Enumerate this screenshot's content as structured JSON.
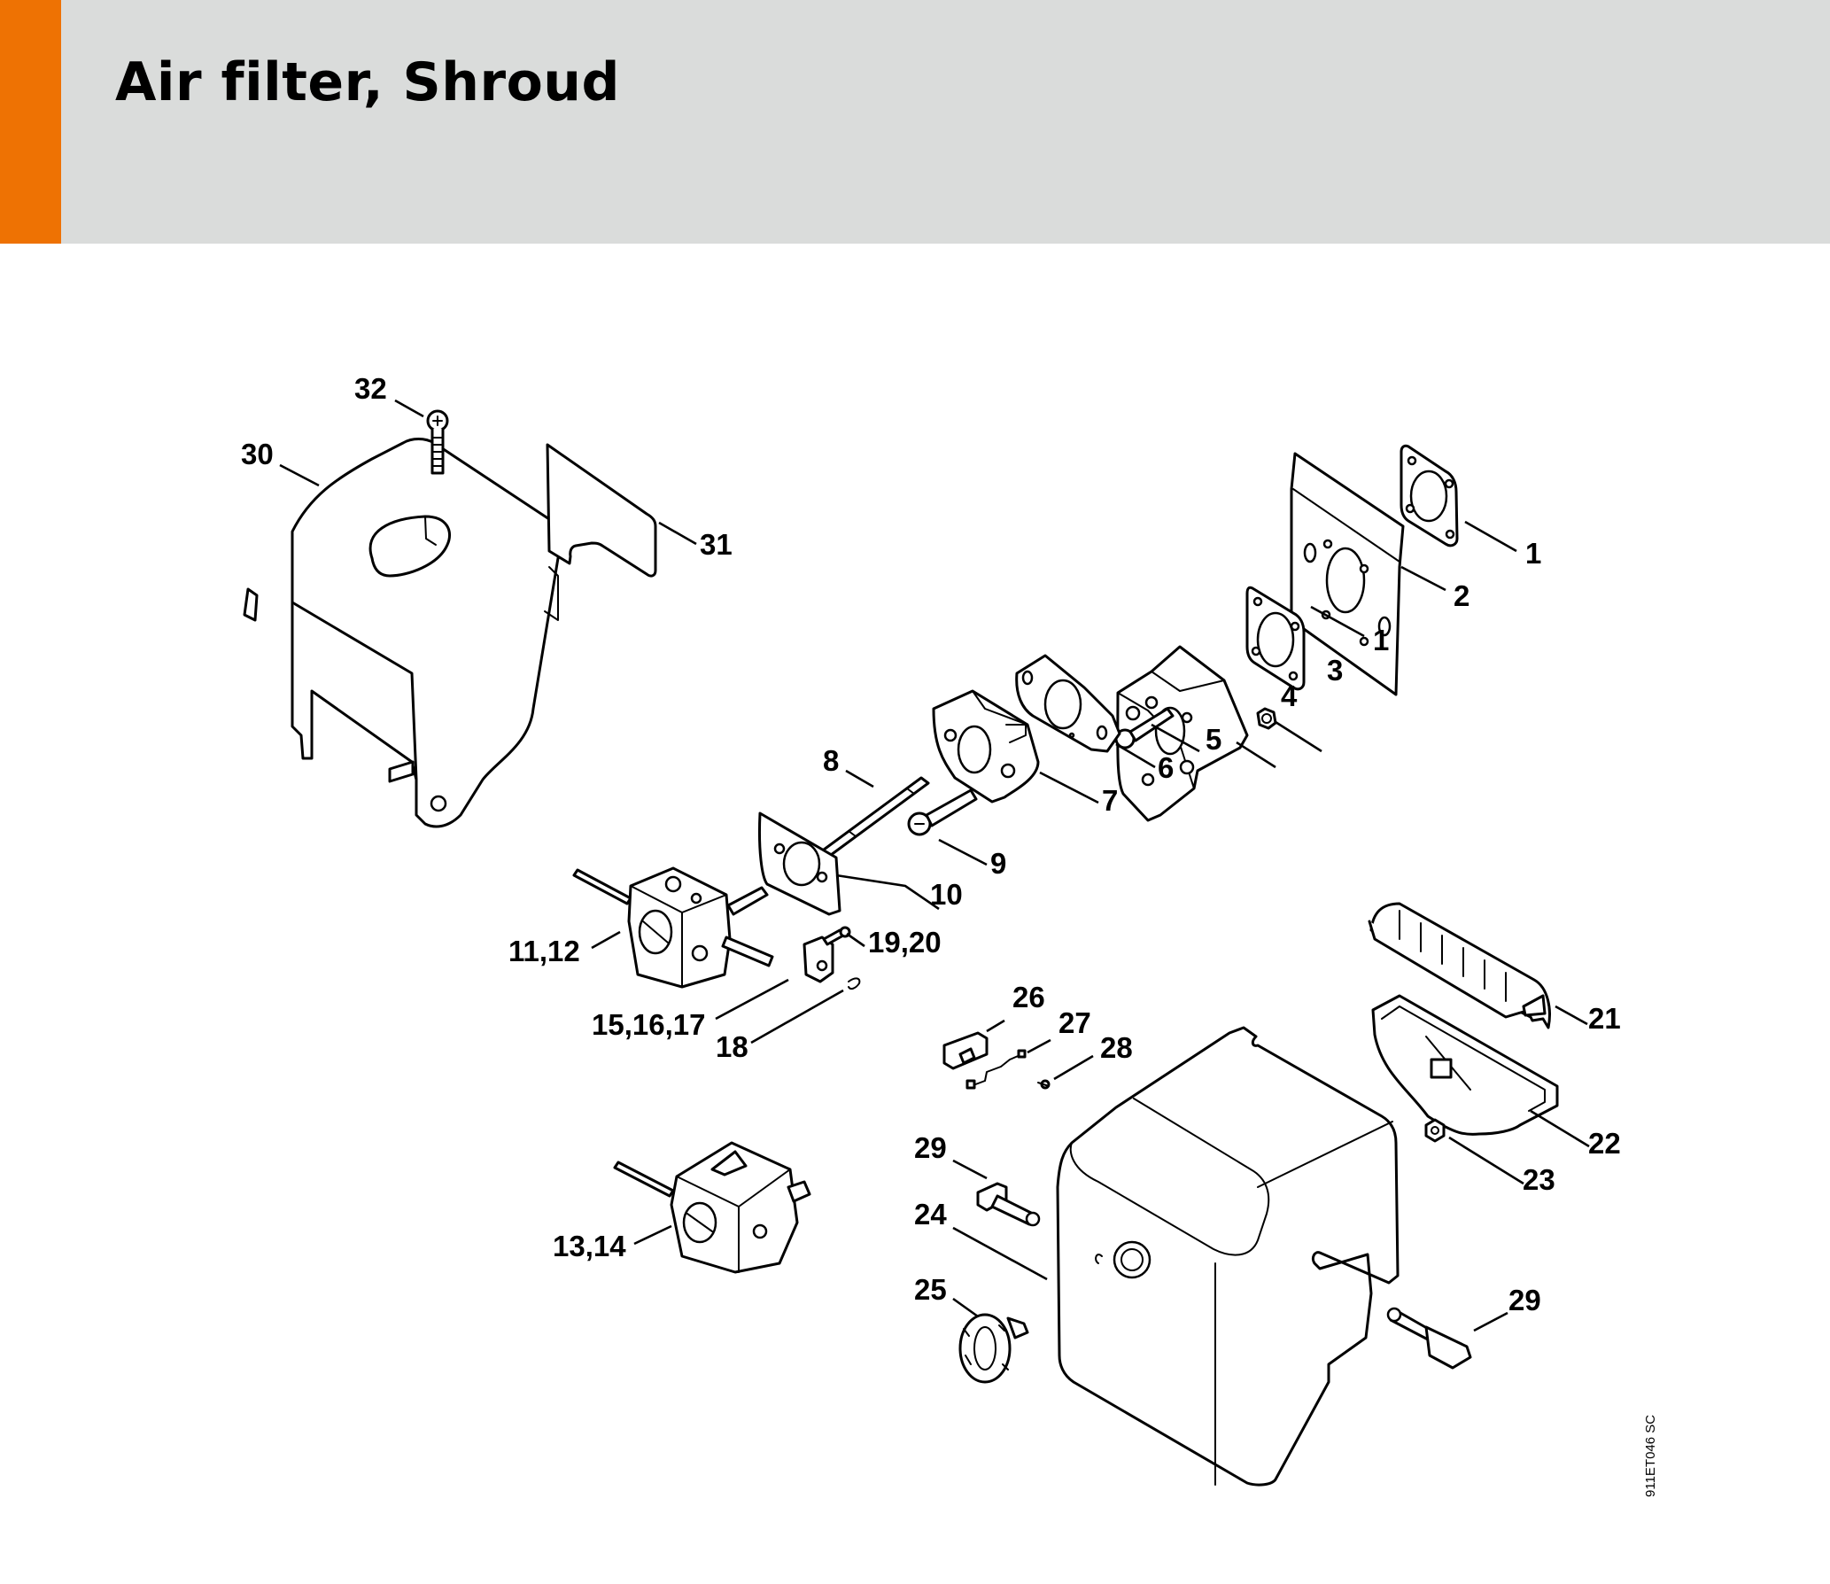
{
  "header": {
    "title": "Air filter, Shroud",
    "accent_color": "#ee7203",
    "background_color": "#dadcdb"
  },
  "diagram": {
    "drawing_code": "911ET046 SC",
    "callouts": [
      {
        "id": "c32",
        "label": "32",
        "part": "screw"
      },
      {
        "id": "c30",
        "label": "30",
        "part": "shroud"
      },
      {
        "id": "c31",
        "label": "31",
        "part": "insulating plate"
      },
      {
        "id": "c1a",
        "label": "1",
        "part": "gasket"
      },
      {
        "id": "c2",
        "label": "2",
        "part": "baffle plate"
      },
      {
        "id": "c1b",
        "label": "1",
        "part": "gasket"
      },
      {
        "id": "c3",
        "label": "3",
        "part": "nut"
      },
      {
        "id": "c4",
        "label": "4",
        "part": "flange"
      },
      {
        "id": "c5",
        "label": "5",
        "part": "screw"
      },
      {
        "id": "c6",
        "label": "6",
        "part": "gasket"
      },
      {
        "id": "c7",
        "label": "7",
        "part": "spacer"
      },
      {
        "id": "c8",
        "label": "8",
        "part": "stud"
      },
      {
        "id": "c9",
        "label": "9",
        "part": "screw"
      },
      {
        "id": "c10",
        "label": "10",
        "part": "gasket"
      },
      {
        "id": "c11_12",
        "label": "11,12",
        "part": "carburetor"
      },
      {
        "id": "c19_20",
        "label": "19,20",
        "part": "screw"
      },
      {
        "id": "c15_16_17",
        "label": "15,16,17",
        "part": "lever"
      },
      {
        "id": "c18",
        "label": "18",
        "part": "clip"
      },
      {
        "id": "c26",
        "label": "26",
        "part": "slide"
      },
      {
        "id": "c27",
        "label": "27",
        "part": "spring"
      },
      {
        "id": "c28",
        "label": "28",
        "part": "screw"
      },
      {
        "id": "c21",
        "label": "21",
        "part": "air filter"
      },
      {
        "id": "c22",
        "label": "22",
        "part": "air filter base"
      },
      {
        "id": "c23",
        "label": "23",
        "part": "nut"
      },
      {
        "id": "c29a",
        "label": "29",
        "part": "pin"
      },
      {
        "id": "c24",
        "label": "24",
        "part": "filter cover"
      },
      {
        "id": "c25",
        "label": "25",
        "part": "twist lock"
      },
      {
        "id": "c29b",
        "label": "29",
        "part": "pin"
      },
      {
        "id": "c13_14",
        "label": "13,14",
        "part": "carburetor"
      }
    ]
  }
}
